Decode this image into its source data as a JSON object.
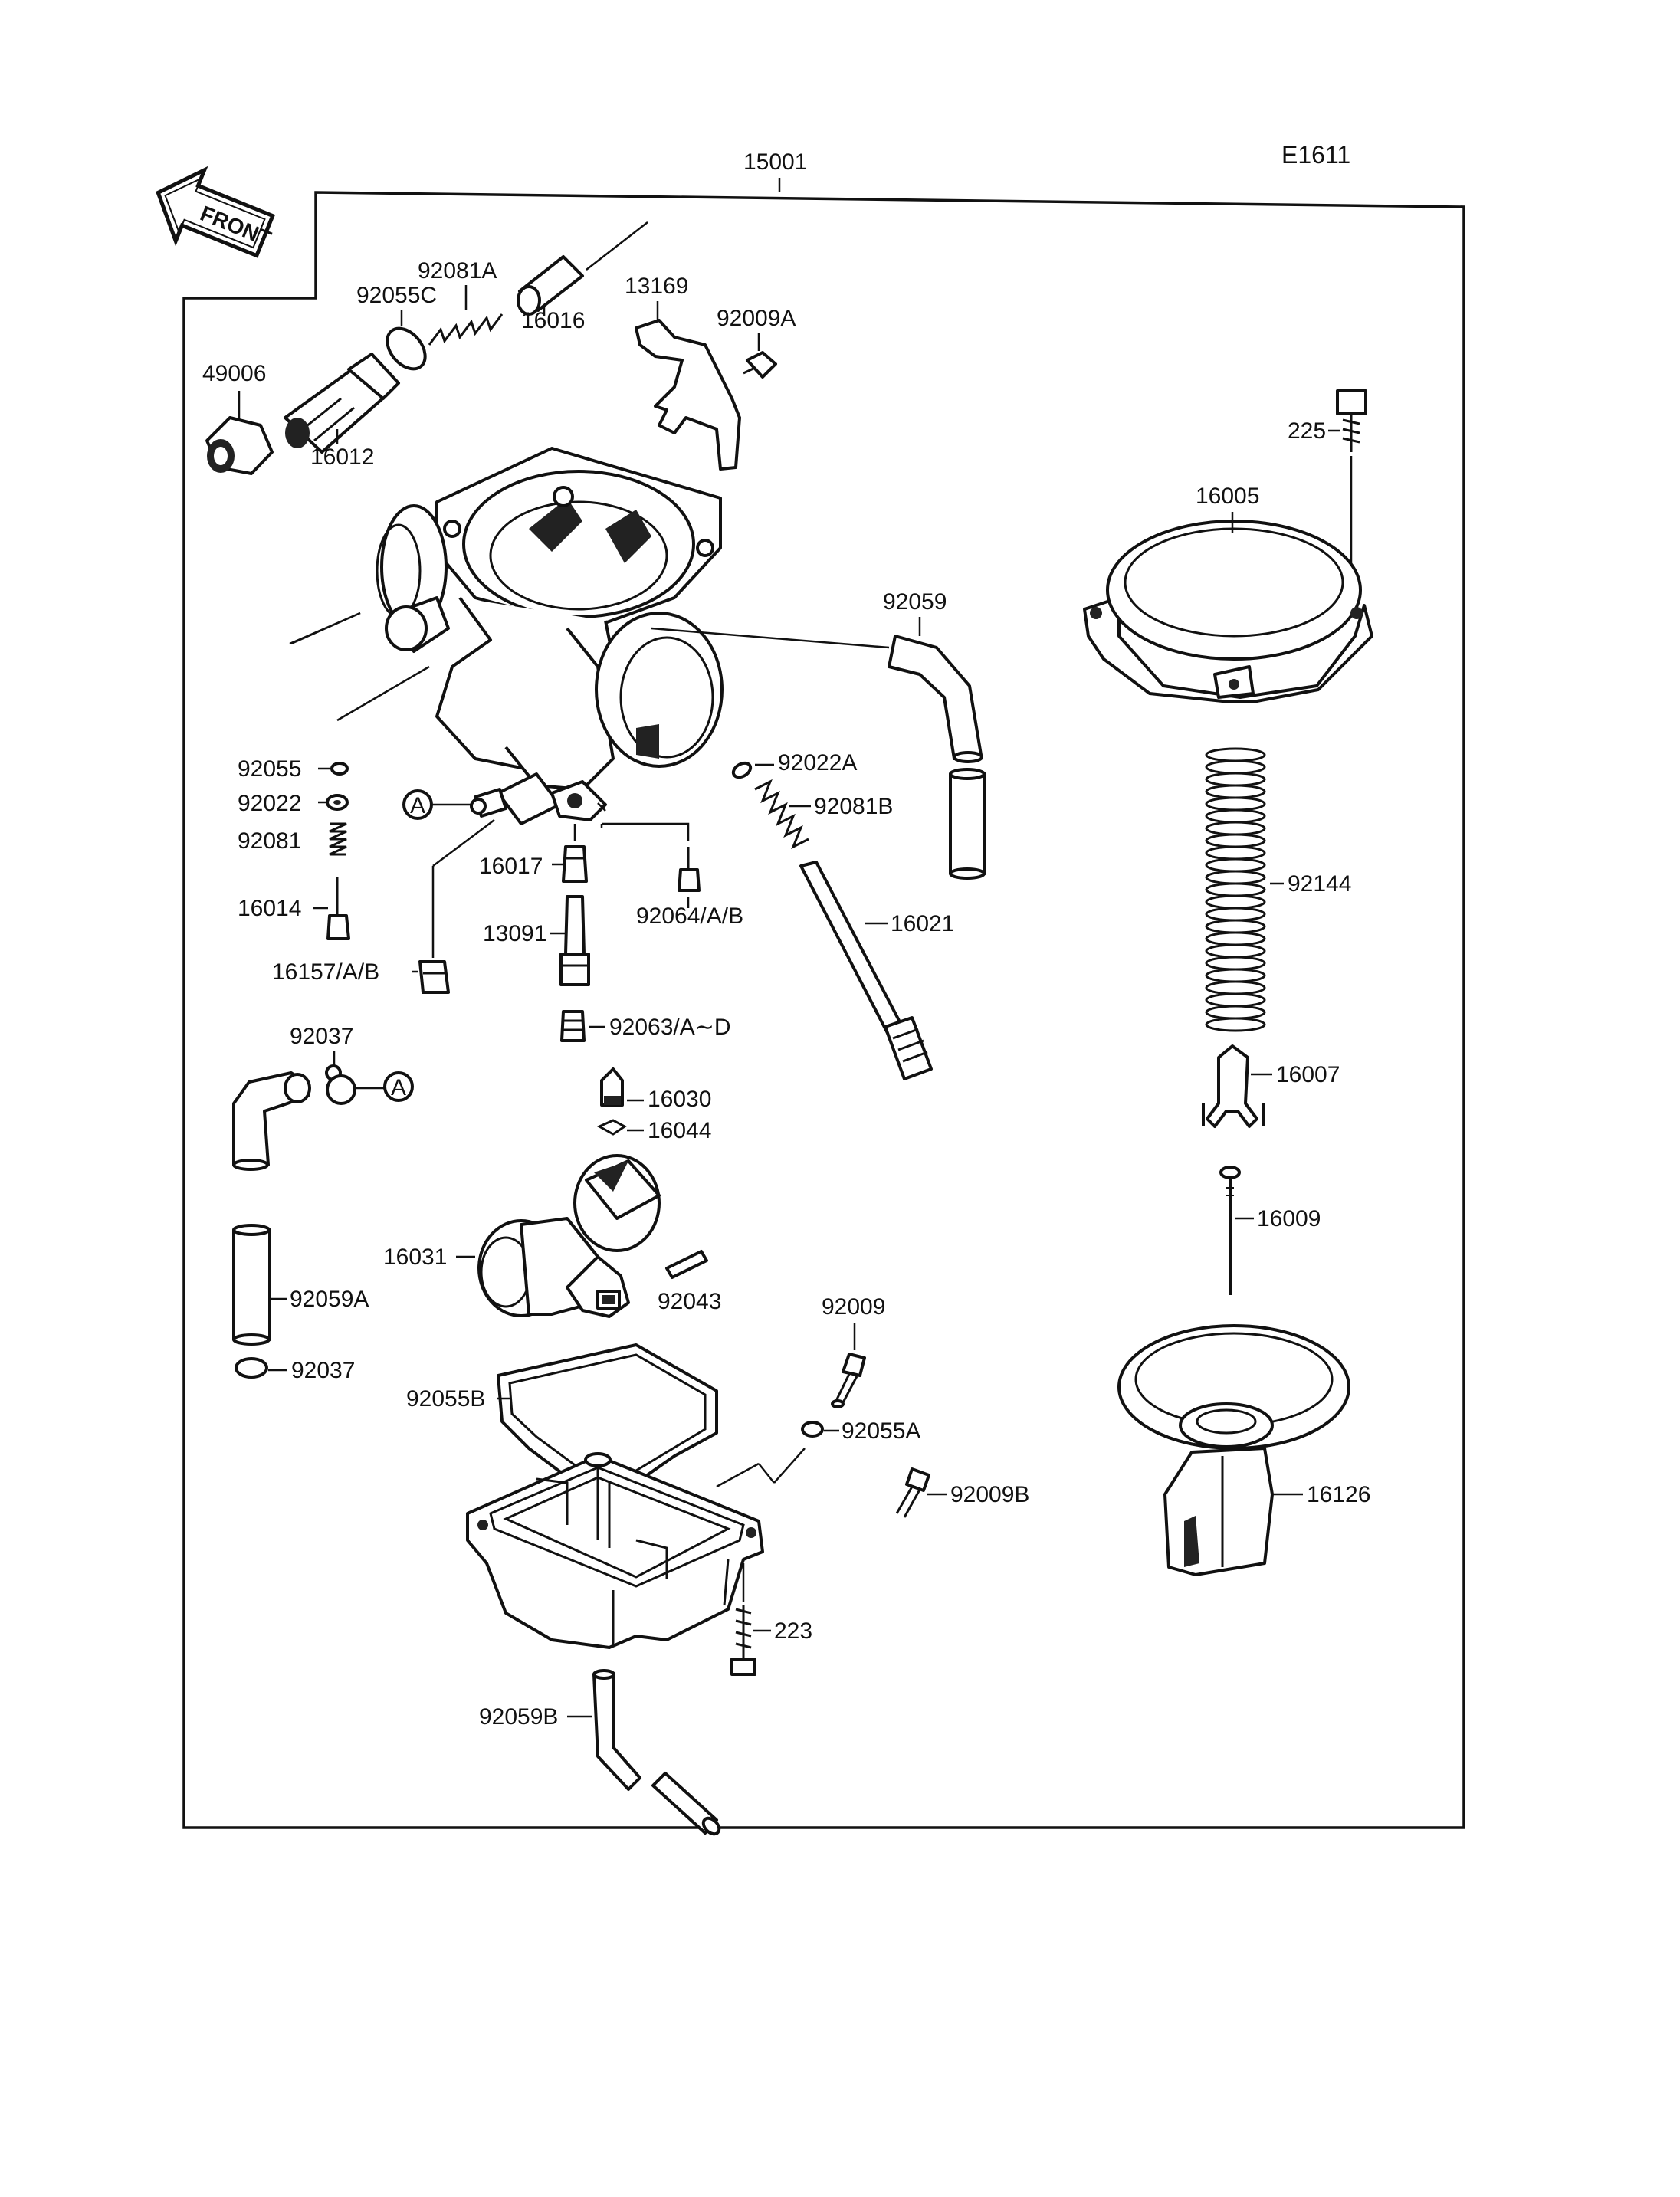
{
  "diagram_code": "E1611",
  "assembly_number": "15001",
  "front_marker": "FRONT",
  "reference_mark": "A",
  "parts": {
    "p15001": "15001",
    "p49006": "49006",
    "p92055C": "92055C",
    "p92081A": "92081A",
    "p16016": "16016",
    "p16012": "16012",
    "p13169": "13169",
    "p92009A": "92009A",
    "p225": "225",
    "p16005": "16005",
    "p92059": "92059",
    "p92055": "92055",
    "p92022": "92022",
    "p92081": "92081",
    "p16014": "16014",
    "p16157": "16157/A/B",
    "p16017": "16017",
    "p13091": "13091",
    "p92063": "92063/A∼D",
    "p92064": "92064/A/B",
    "p92022A": "92022A",
    "p92081B": "92081B",
    "p16021": "16021",
    "p92144": "92144",
    "p16007": "16007",
    "p16009": "16009",
    "p92037a": "92037",
    "p16030": "16030",
    "p16044": "16044",
    "p16031": "16031",
    "p92043": "92043",
    "p92059A": "92059A",
    "p92037b": "92037",
    "p92009": "92009",
    "p92055B": "92055B",
    "p92055A": "92055A",
    "p92009B": "92009B",
    "p16126": "16126",
    "p223": "223",
    "p92059B": "92059B"
  }
}
